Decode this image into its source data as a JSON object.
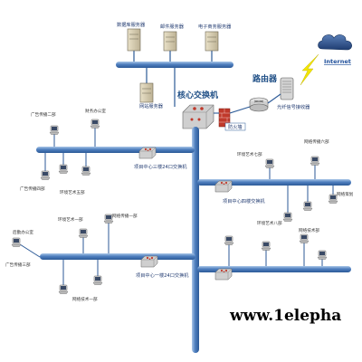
{
  "labels": {
    "server1": "数据库服务器",
    "server2": "邮件服务器",
    "server3": "电子商务服务器",
    "server4": "网站服务器",
    "core_switch": "核心交换机",
    "router": "路由器",
    "fiber_receiver": "光纤信号接收器",
    "firewall": "防火墙",
    "internet": "Internet",
    "sw_3f": "项目中心三楼24口交换机",
    "sw_4f": "项目中心四楼交换机",
    "sw_1f": "项目中心一楼24口交换机",
    "pc_ad1": "广告传播二部",
    "pc_office": "财务办公室",
    "pc_ad2": "广告传播四部",
    "pc_art": "环境艺术五部",
    "pc_net6": "网络传播六部",
    "pc_net_design": "网络策划",
    "pc_env7": "环境艺术七部",
    "pc_env_art1": "环境艺术一部",
    "pc_net_tech": "网络传播一部",
    "pc_ops": "后勤办公室",
    "pc_net_dept": "网络技术一部",
    "pc_ad3": "广告传播三部",
    "pc_env_art2": "环境艺术八部",
    "pc_net_dept2": "网络技术部"
  },
  "watermark": "www.1elepha"
}
